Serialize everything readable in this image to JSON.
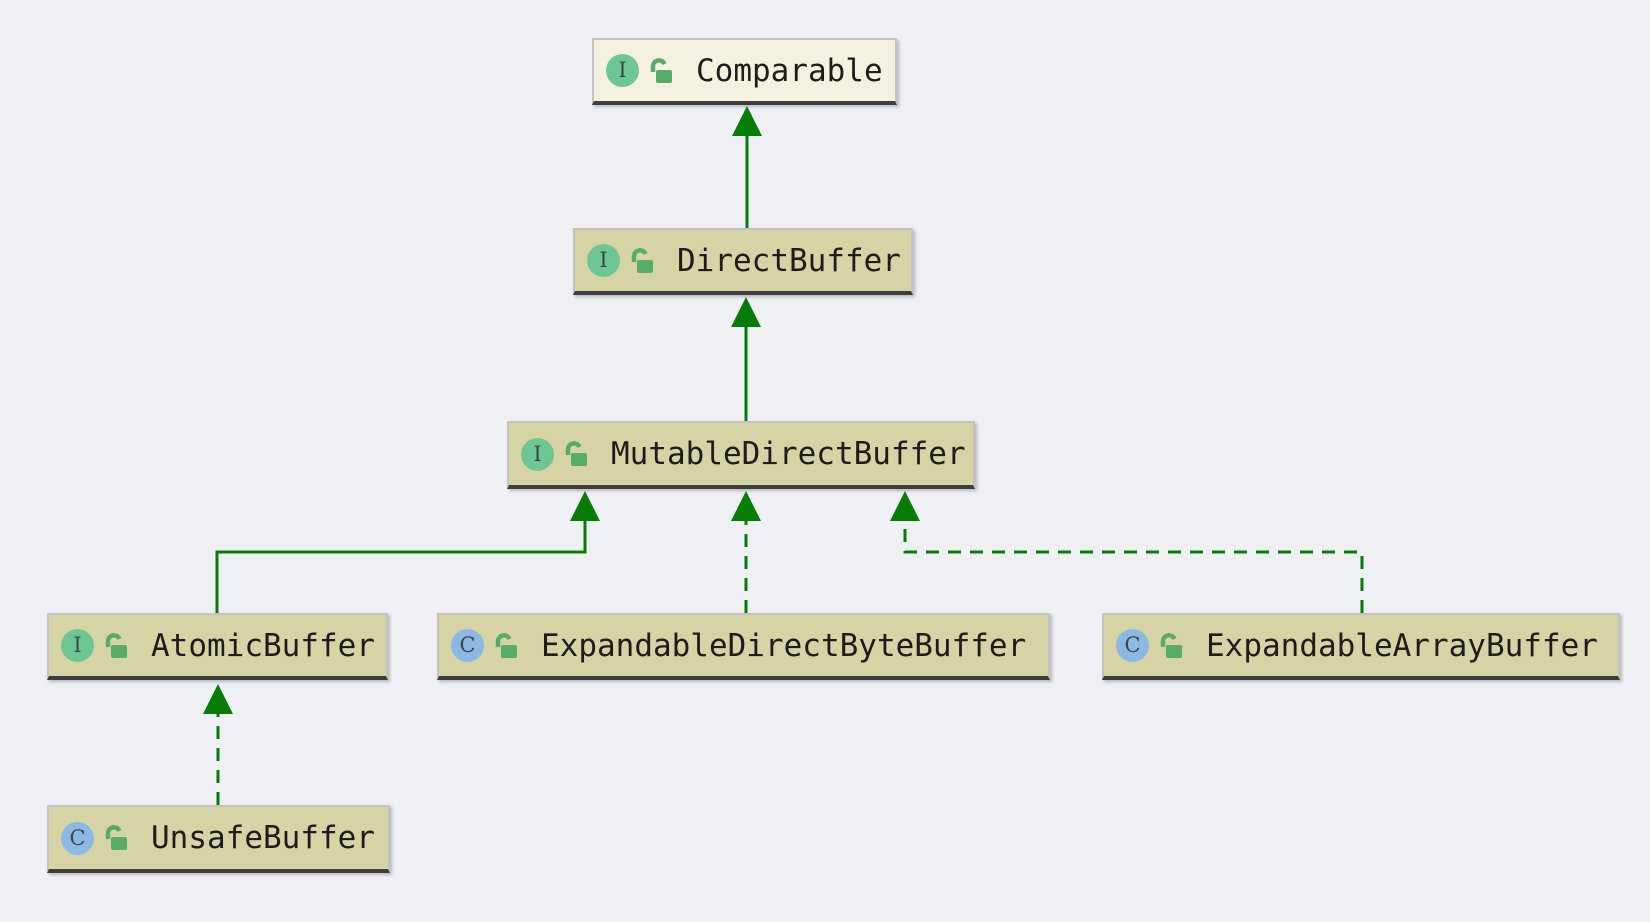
{
  "diagram": {
    "type": "uml-class-diagram",
    "nodes": [
      {
        "id": "comparable",
        "label": "Comparable",
        "kind": "interface",
        "icon_letter": "I",
        "visibility": "public",
        "appearance": "light-external"
      },
      {
        "id": "directbuffer",
        "label": "DirectBuffer",
        "kind": "interface",
        "icon_letter": "I",
        "visibility": "public",
        "appearance": "khaki"
      },
      {
        "id": "mutabledirectbuffer",
        "label": "MutableDirectBuffer",
        "kind": "interface",
        "icon_letter": "I",
        "visibility": "public",
        "appearance": "khaki"
      },
      {
        "id": "atomicbuffer",
        "label": "AtomicBuffer",
        "kind": "interface",
        "icon_letter": "I",
        "visibility": "public",
        "appearance": "khaki"
      },
      {
        "id": "expandabledirectbytebuffer",
        "label": "ExpandableDirectByteBuffer",
        "kind": "class",
        "icon_letter": "C",
        "visibility": "public",
        "appearance": "khaki"
      },
      {
        "id": "expandablearraybuffer",
        "label": "ExpandableArrayBuffer",
        "kind": "class",
        "icon_letter": "C",
        "visibility": "public",
        "appearance": "khaki"
      },
      {
        "id": "unsafebuffer",
        "label": "UnsafeBuffer",
        "kind": "class",
        "icon_letter": "C",
        "visibility": "public",
        "appearance": "khaki"
      }
    ],
    "edges": [
      {
        "from": "DirectBuffer",
        "to": "Comparable",
        "relation": "extends",
        "line": "solid"
      },
      {
        "from": "MutableDirectBuffer",
        "to": "DirectBuffer",
        "relation": "extends",
        "line": "solid"
      },
      {
        "from": "AtomicBuffer",
        "to": "MutableDirectBuffer",
        "relation": "extends",
        "line": "solid"
      },
      {
        "from": "ExpandableDirectByteBuffer",
        "to": "MutableDirectBuffer",
        "relation": "implements",
        "line": "dashed"
      },
      {
        "from": "ExpandableArrayBuffer",
        "to": "MutableDirectBuffer",
        "relation": "implements",
        "line": "dashed"
      },
      {
        "from": "UnsafeBuffer",
        "to": "AtomicBuffer",
        "relation": "implements",
        "line": "dashed"
      }
    ],
    "colors": {
      "canvas_bg": "#eef0f4",
      "node_fill": "#d6d3a5",
      "node_fill_external": "#f4f1de",
      "node_border": "#c3c3c3",
      "node_border_bottom": "#3e3e3e",
      "edge_green": "#077d07",
      "interface_icon_bg": "#6ec793",
      "class_icon_bg": "#8cb9e3",
      "lock_icon_green": "#57ac6a",
      "label_text": "#1d1d1d"
    }
  }
}
